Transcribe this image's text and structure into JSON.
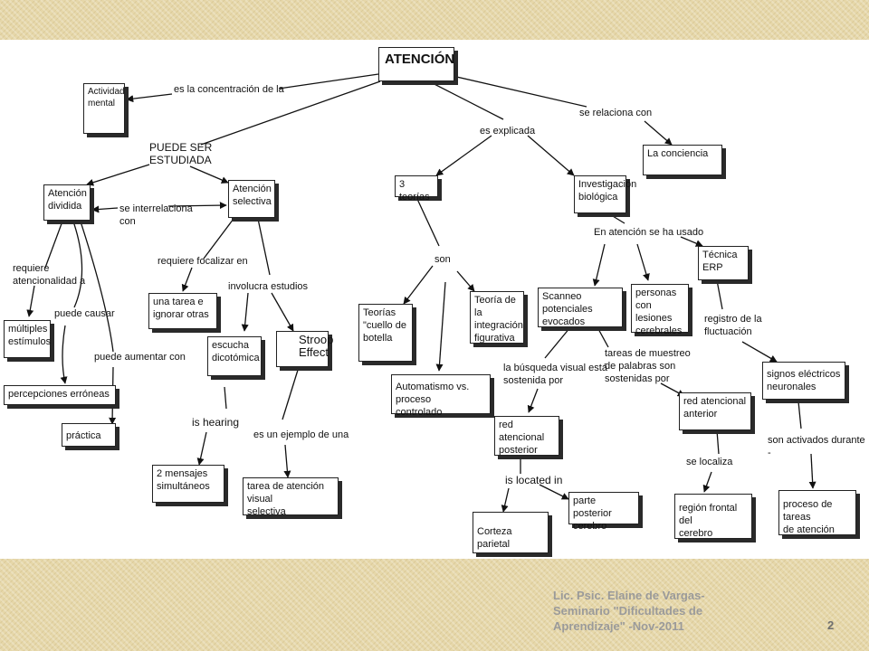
{
  "diagram": {
    "nodes": {
      "atencion": "ATENCIÓN",
      "actividad_mental": "Actividad\nmental",
      "atencion_dividida": "Atención\ndividida",
      "atencion_selectiva": "Atención\nselectiva",
      "multiples_estimulos": "múltiples\nestímulos",
      "percepciones_erroneas": "percepciones erróneas",
      "practica": "práctica",
      "una_tarea": "una tarea e\nignorar otras",
      "escucha_dicotomica": "escucha\ndicotómica",
      "stroop_effect": "Stroop\nEffect",
      "dos_mensajes": "2 mensajes\nsimultáneos",
      "tarea_atencion_visual": "tarea de atención visual\nselectiva",
      "tres_teorias": "3 teorías",
      "teorias_cuello": "Teorías\n\"cuello de\nbotella",
      "automatismo": "Automatismo vs. proceso\ncontrolado",
      "teoria_integracion": "Teoría de la\nintegración\nfigurativa",
      "la_conciencia": "La conciencia",
      "investigacion_biologica": "Investigación\nbiológica",
      "tecnica_erp": "Técnica\nERP",
      "scanneo": "Scanneo  potenciales\nevocados",
      "personas_lesiones": "personas con\nlesiones\ncerebrales",
      "signos_electricos": "signos eléctricos\nneuronales",
      "red_posterior": "red atencional\nposterior",
      "red_anterior": "red atencional\nanterior",
      "parte_posterior": "parte posterior\ncerebro",
      "corteza_parietal": "Corteza parietal",
      "region_frontal": "región frontal del\ncerebro",
      "proceso_tareas": "proceso de tareas\nde atención"
    },
    "links": {
      "concentracion": "es la concentración de la",
      "puede_ser": "PUEDE SER\nESTUDIADA",
      "interrelaciona": "se interrelaciona\ncon",
      "requiere_atencionalidad": "requiere\natencionalidad a",
      "puede_causar": "puede causar",
      "puede_aumentar": "puede aumentar con",
      "requiere_focalizar": "requiere focalizar en",
      "involucra": "involucra estudios",
      "is_hearing": "is hearing",
      "ejemplo": "es un ejemplo de una",
      "es_explicada": "es explicada",
      "se_relaciona": "se relaciona con",
      "son": "son",
      "en_atencion": "En atención se ha usado",
      "registro": "registro de la\nfluctuación",
      "busqueda": "la búsqueda visual está\nsostenida por",
      "tareas_muestreo": "tareas de muestreo\nde palabras son\nsostenidas por",
      "is_located": "is located in",
      "se_localiza": "se localiza",
      "son_activados": "son activados durante -"
    }
  },
  "footer": {
    "credit": "Lic. Psic. Elaine de Vargas-\nSeminario \"Dificultades de\nAprendizaje\" -Nov-2011",
    "page": "2"
  }
}
